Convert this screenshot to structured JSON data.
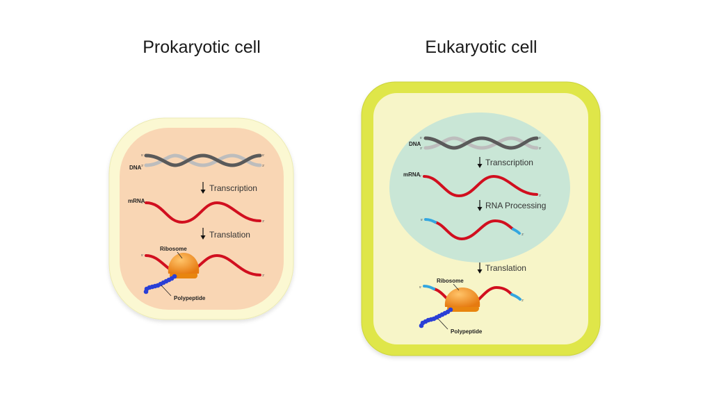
{
  "colors": {
    "prokaryote_membrane": "#fbf8d2",
    "prokaryote_cytoplasm": "#f9d6b4",
    "eukaryote_wall": "#dfe64a",
    "eukaryote_cytoplasm": "#f7f5c8",
    "nucleus": "#c9e6d6",
    "dna_dark": "#5a5a5a",
    "dna_light": "#bdbdbd",
    "mrna": "#d10f1f",
    "mrna_cap": "#33a6e0",
    "ribosome": "#f08a1c",
    "polypeptide": "#2a3fd6"
  },
  "prokaryotic": {
    "title": "Prokaryotic cell",
    "dna_label": "DNA",
    "mrna_label": "mRNA",
    "transcription": "Transcription",
    "translation": "Translation",
    "ribosome_label": "Ribosome",
    "polypeptide_label": "Polypeptide",
    "five_prime": "5'",
    "three_prime": "3'"
  },
  "eukaryotic": {
    "title": "Eukaryotic cell",
    "dna_label": "DNA",
    "mrna_label": "mRNA",
    "transcription": "Transcription",
    "rna_processing": "RNA Processing",
    "translation": "Translation",
    "ribosome_label": "Ribosome",
    "polypeptide_label": "Polypeptide",
    "five_prime": "5'",
    "three_prime": "3'"
  }
}
